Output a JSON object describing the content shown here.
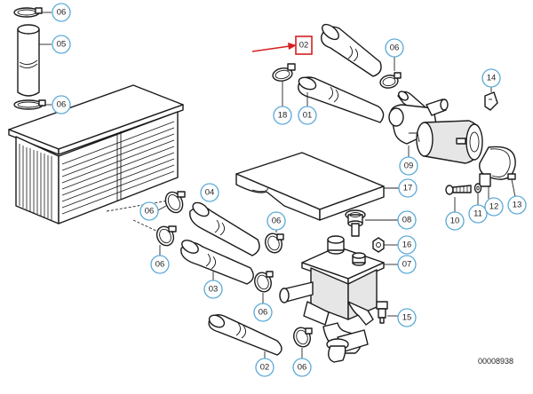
{
  "callouts": {
    "c01": "01",
    "c02": "02",
    "c02b": "02",
    "c03": "03",
    "c04": "04",
    "c05": "05",
    "c06a": "06",
    "c06b": "06",
    "c06c": "06",
    "c06d": "06",
    "c06e": "06",
    "c06f": "06",
    "c06g": "06",
    "c06h": "06",
    "c07": "07",
    "c08": "08",
    "c09": "09",
    "c10": "10",
    "c11": "11",
    "c12": "12",
    "c13": "13",
    "c14": "14",
    "c15": "15",
    "c16": "16",
    "c17": "17",
    "c18": "18"
  },
  "reference_number": "00008938",
  "highlight_color": "#d62020",
  "callout_color": "#5aa9d6"
}
